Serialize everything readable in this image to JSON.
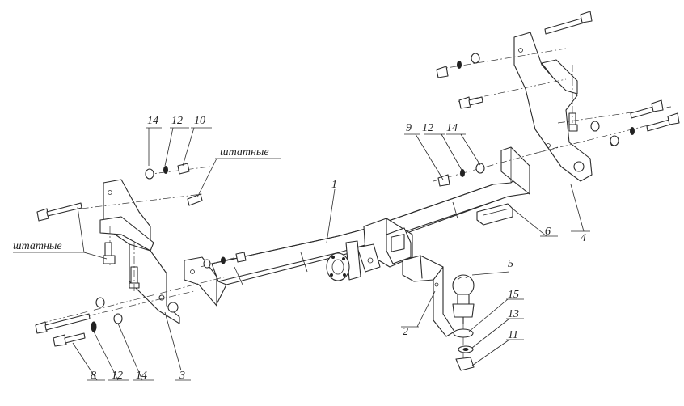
{
  "diagram": {
    "part_numbers": [
      "1",
      "2",
      "3",
      "4",
      "5",
      "6",
      "8",
      "9",
      "10",
      "11",
      "12",
      "13",
      "14",
      "15"
    ],
    "labels": {
      "p1": "1",
      "p2": "2",
      "p3": "3",
      "p4": "4",
      "p5": "5",
      "p6": "6",
      "p8": "8",
      "p9": "9",
      "p10": "10",
      "p11": "11",
      "p12_top_left": "12",
      "p12_top_right": "12",
      "p12_bottom": "12",
      "p13": "13",
      "p14_top_left": "14",
      "p14_top_right": "14",
      "p14_bottom": "14",
      "p15": "15",
      "stock_top": "штатные",
      "stock_left": "штатные"
    }
  }
}
